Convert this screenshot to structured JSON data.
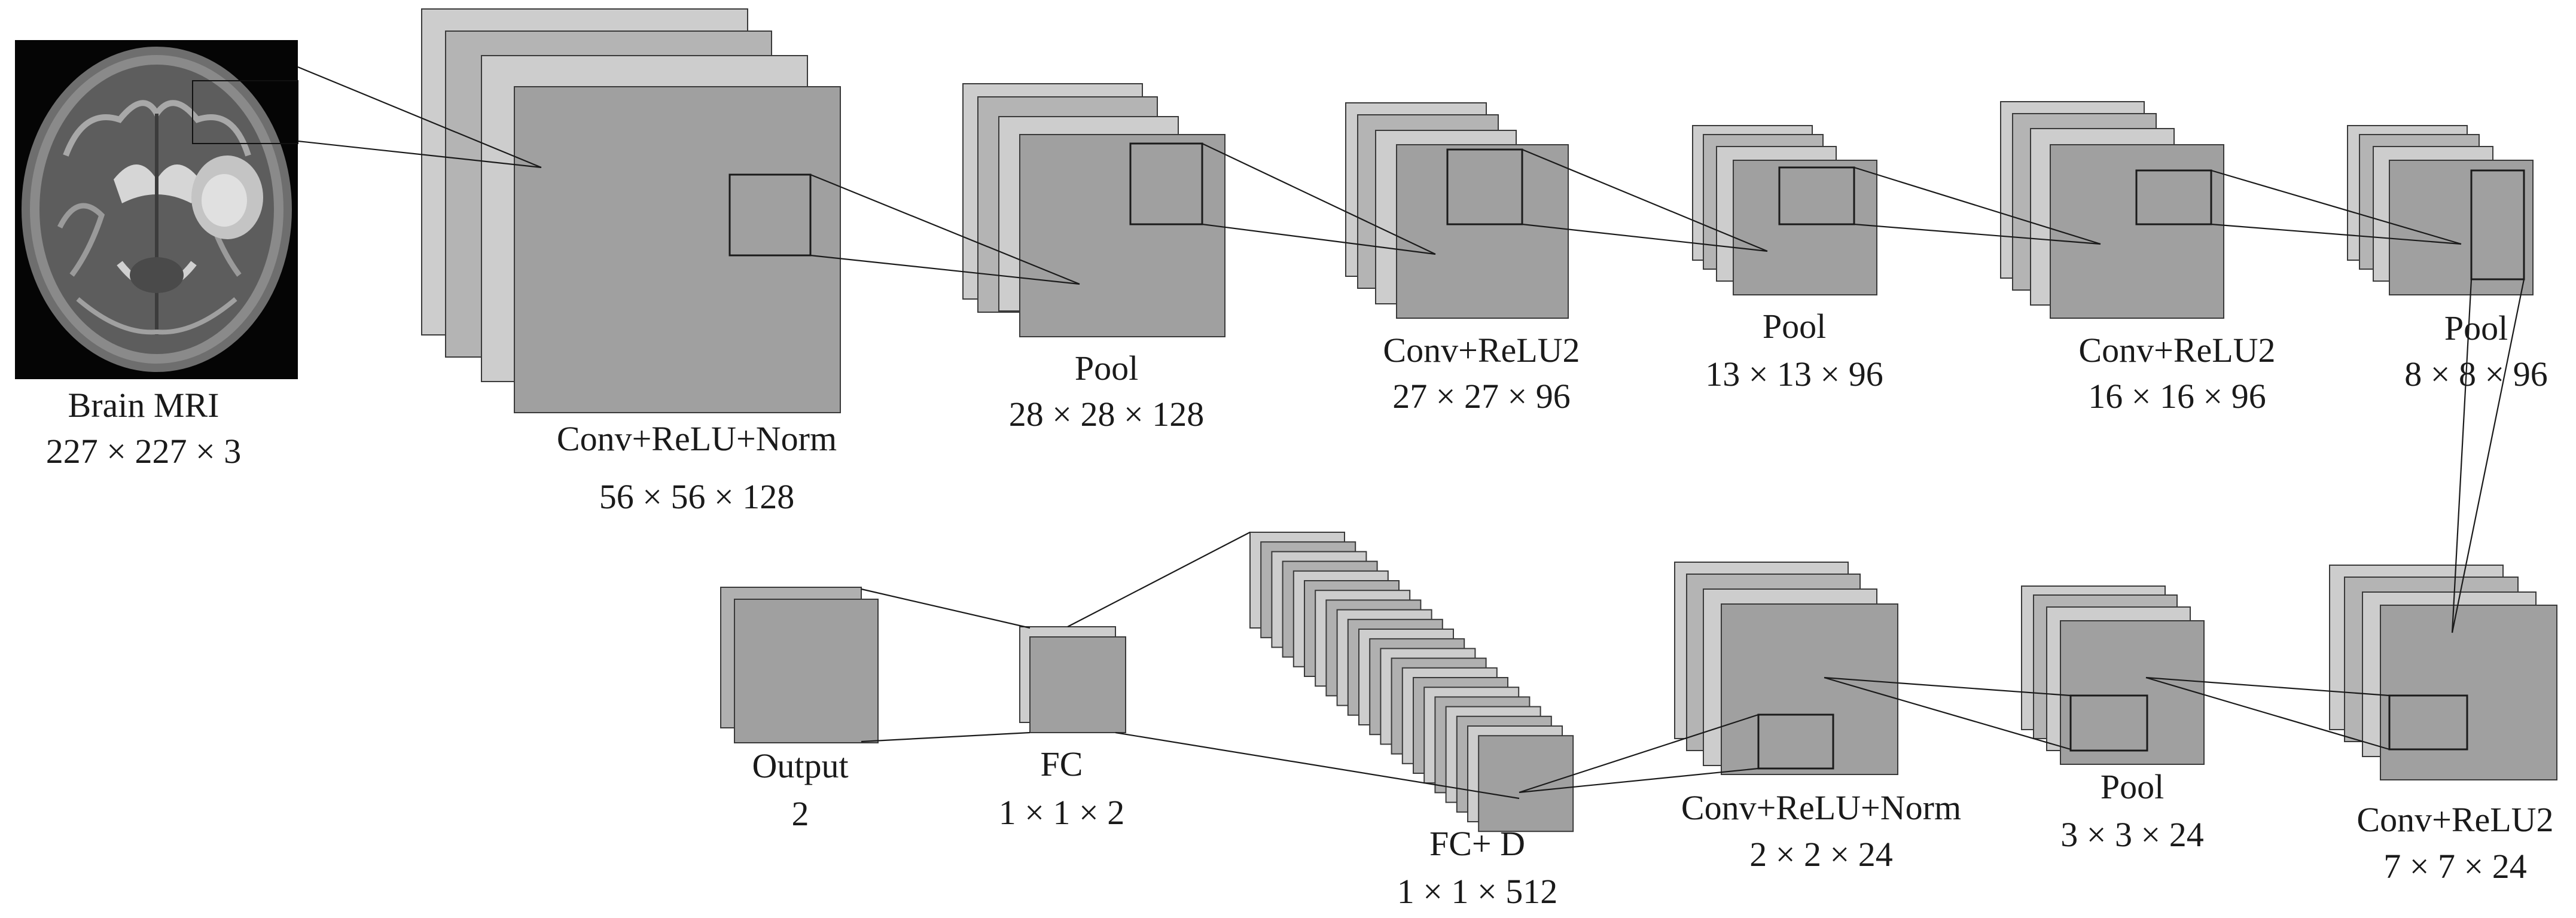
{
  "colors": {
    "background": "#ffffff",
    "map_light": "#c8c8c8",
    "map_mid": "#b4b4b4",
    "map_dark": "#9c9c9c",
    "outline": "#3a3a3a",
    "line": "#1a1a1a"
  },
  "input": {
    "title": "Brain MRI",
    "size": "227 × 227 × 3"
  },
  "layers": [
    {
      "id": "conv1",
      "name": "Conv+ReLU+Norm",
      "size": "56 × 56 × 128"
    },
    {
      "id": "pool1",
      "name": "Pool",
      "size": "28 × 28 × 128"
    },
    {
      "id": "conv2",
      "name": "Conv+ReLU2",
      "size": "27 × 27 × 96"
    },
    {
      "id": "pool2",
      "name": "Pool",
      "size": "13 × 13 × 96"
    },
    {
      "id": "conv3",
      "name": "Conv+ReLU2",
      "size": "16 × 16 × 96"
    },
    {
      "id": "pool3",
      "name": "Pool",
      "size": "8 × 8 × 96"
    },
    {
      "id": "conv4",
      "name": "Conv+ReLU2",
      "size": "7 × 7 × 24"
    },
    {
      "id": "pool4",
      "name": "Pool",
      "size": "3 × 3 × 24"
    },
    {
      "id": "conv5",
      "name": "Conv+ReLU+Norm",
      "size": "2 × 2 × 24"
    },
    {
      "id": "fcd",
      "name": "FC+ D",
      "size": "1 × 1 × 512"
    },
    {
      "id": "fc",
      "name": "FC",
      "size": "1 × 1 × 2"
    },
    {
      "id": "output",
      "name": "Output",
      "size": "2"
    }
  ]
}
